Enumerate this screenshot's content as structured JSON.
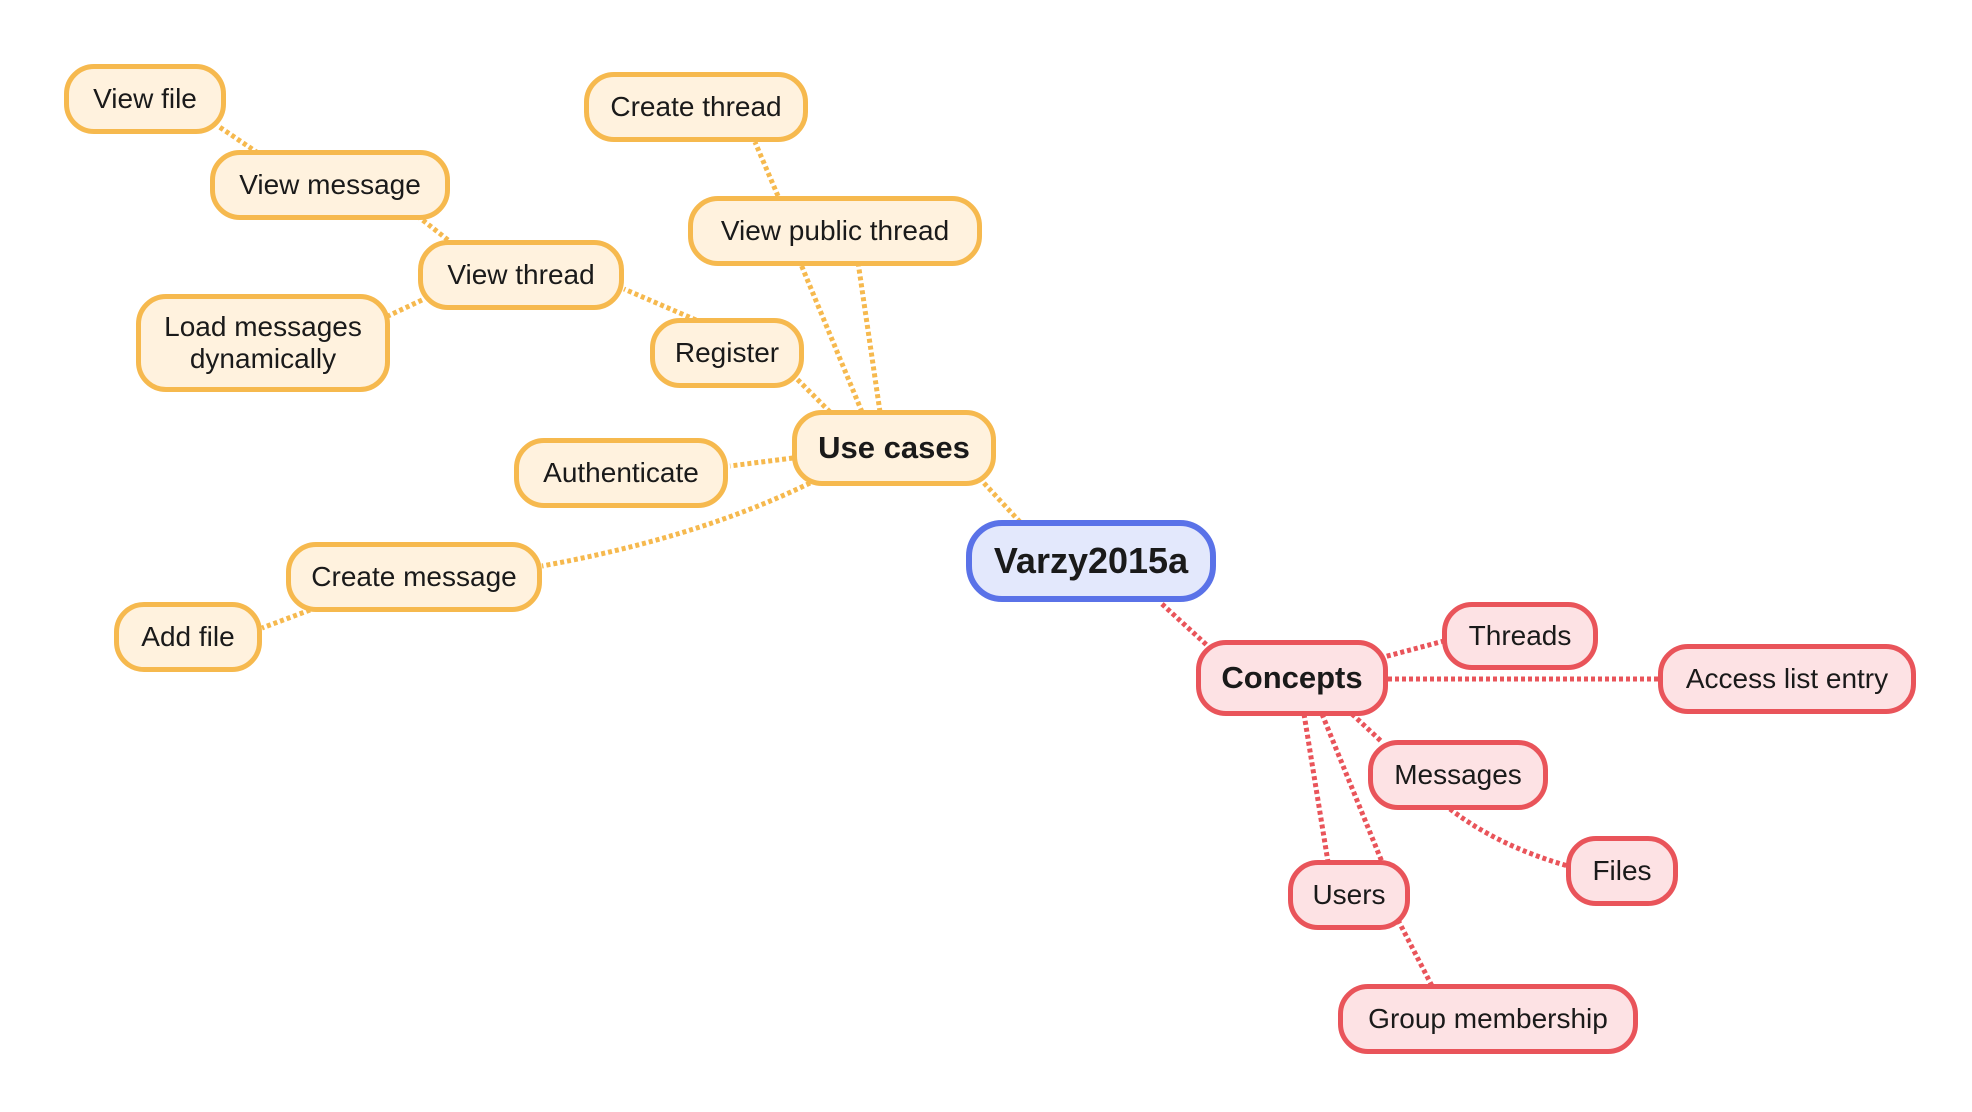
{
  "root": {
    "label": "Varzy2015a",
    "color": "#5a72e8"
  },
  "branches": {
    "use_cases": {
      "label": "Use cases",
      "color": "#f6b94e",
      "items": {
        "create_thread": "Create thread",
        "view_public_thread": "View public thread",
        "view_file": "View file",
        "view_message": "View message",
        "view_thread": "View thread",
        "load_messages": "Load messages dynamically",
        "register": "Register",
        "authenticate": "Authenticate",
        "create_message": "Create message",
        "add_file": "Add file"
      }
    },
    "concepts": {
      "label": "Concepts",
      "color": "#e9545a",
      "items": {
        "threads": "Threads",
        "access_list_entry": "Access list entry",
        "messages": "Messages",
        "files": "Files",
        "users": "Users",
        "group_membership": "Group membership"
      }
    }
  }
}
